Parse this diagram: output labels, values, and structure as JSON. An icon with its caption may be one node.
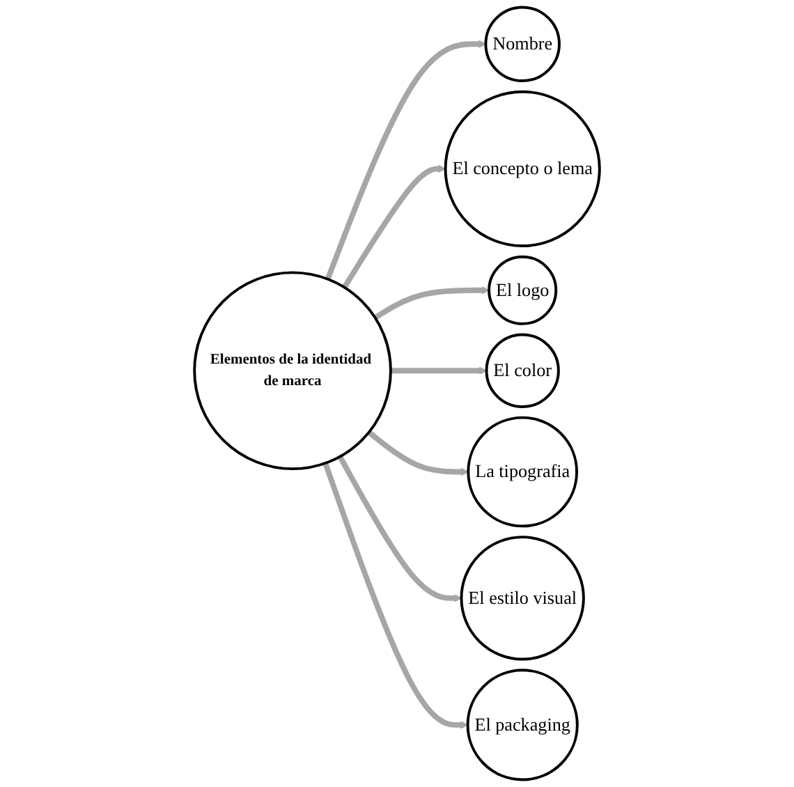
{
  "diagram": {
    "nodes": [
      {
        "text": [
          "Elementos de la identidad de marca"
        ]
      },
      {
        "text": [
          "Nombre"
        ]
      },
      {
        "text": [
          "El concepto o lema"
        ]
      },
      {
        "text": [
          "El logo"
        ]
      },
      {
        "text": [
          "El color"
        ]
      },
      {
        "text": [
          "La tipografia"
        ]
      },
      {
        "text": [
          "El estilo visual"
        ]
      },
      {
        "text": [
          "El packaging"
        ]
      }
    ],
    "edges": [
      {
        "from": 0,
        "to": 1,
        "arrow": "to"
      },
      {
        "from": 0,
        "to": 2,
        "arrow": "to"
      },
      {
        "from": 0,
        "to": 3,
        "arrow": "to"
      },
      {
        "from": 0,
        "to": 4,
        "arrow": "to"
      },
      {
        "from": 0,
        "to": 5,
        "arrow": "to"
      },
      {
        "from": 0,
        "to": 6,
        "arrow": "to"
      },
      {
        "from": 0,
        "to": 7,
        "arrow": "to"
      }
    ]
  }
}
